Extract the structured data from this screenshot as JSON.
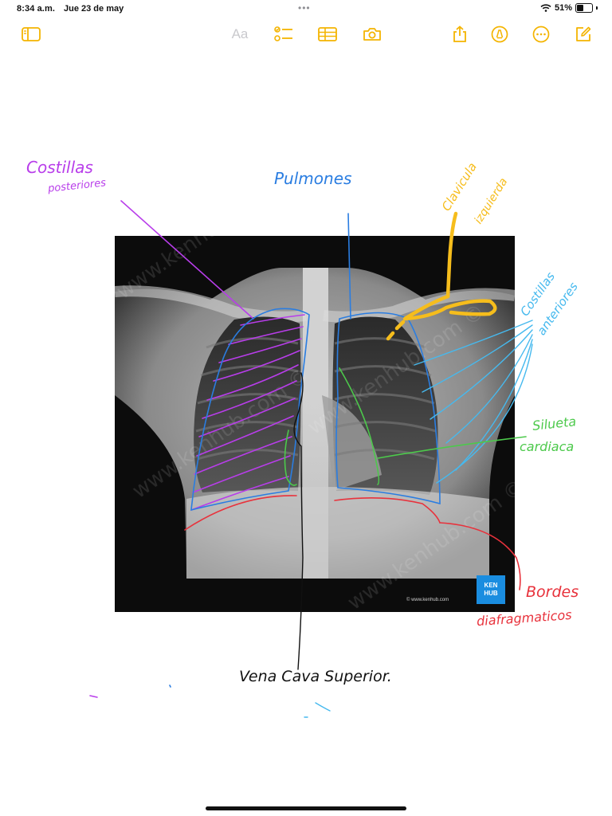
{
  "status_bar": {
    "time": "8:34 a.m.",
    "date": "Jue 23 de may",
    "battery": "51%",
    "battery_level": 0.51
  },
  "toolbar": {
    "format_label": "Aa",
    "accent_color": "#f4b400"
  },
  "xray": {
    "badge_line1": "KEN",
    "badge_line2": "HUB",
    "credit": "© www.kenhub.com",
    "watermark": "www.kenhub.com ©"
  },
  "annotations": {
    "costillas_posteriores_1": "Costillas",
    "costillas_posteriores_2": "posteriores",
    "pulmones": "Pulmones",
    "clavicula_1": "Clavicula",
    "clavicula_2": "izquierda",
    "costillas_anteriores_1": "Costillas",
    "costillas_anteriores_2": "anteriores",
    "silueta_1": "Silueta",
    "silueta_2": "cardiaca",
    "bordes_1": "Bordes",
    "bordes_2": "diafragmaticos",
    "vena_cava": "Vena Cava Superior."
  },
  "colors": {
    "purple": "#b83dea",
    "blue": "#2a7de1",
    "yellow": "#f6bd1c",
    "cyan": "#46b9ee",
    "green": "#4cc94b",
    "red": "#e8323c",
    "black": "#111111"
  }
}
